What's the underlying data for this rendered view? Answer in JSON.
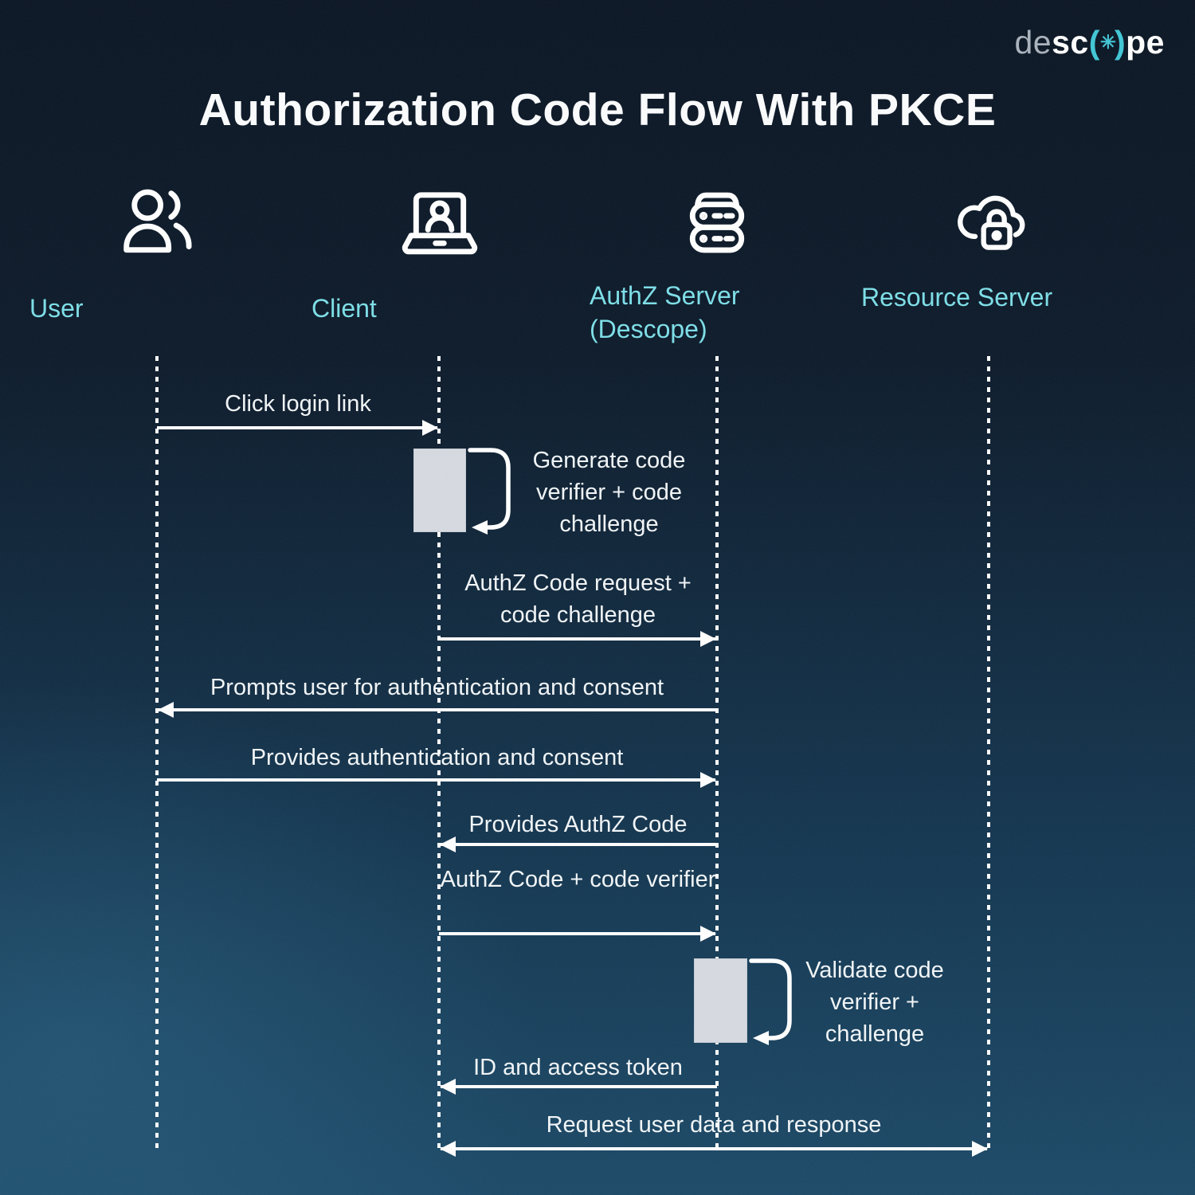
{
  "logo": {
    "de": "de",
    "sc": "sc",
    "o_open": "(",
    "o_star": "✳",
    "o_close": ")",
    "pe": "pe"
  },
  "title": "Authorization Code Flow With PKCE",
  "colors": {
    "background_top": "#0b1624",
    "background_bottom": "#1c4a68",
    "actor_label_teal": "#7ddfe8",
    "logo_teal": "#41c7d6",
    "message_text": "#f2f6f8",
    "arrow": "#ffffff",
    "activation_fill": "#d6dae1"
  },
  "actors": [
    {
      "label": "User",
      "icon": "user-icon"
    },
    {
      "label": "Client",
      "icon": "client-laptop-icon"
    },
    {
      "label": "AuthZ Server (Descope)",
      "icon": "server-stack-icon"
    },
    {
      "label": "Resource Server",
      "icon": "cloud-lock-icon"
    }
  ],
  "messages": [
    {
      "text": "Click login link",
      "from": "User",
      "to": "Client",
      "direction": "right"
    },
    {
      "text": "Generate code verifier + code challenge",
      "type": "self",
      "actor": "Client"
    },
    {
      "text": "AuthZ Code request + code challenge",
      "from": "Client",
      "to": "AuthZ Server",
      "direction": "right"
    },
    {
      "text": "Prompts user for authentication and consent",
      "from": "AuthZ Server",
      "to": "User",
      "direction": "left"
    },
    {
      "text": "Provides authentication and consent",
      "from": "User",
      "to": "AuthZ Server",
      "direction": "right"
    },
    {
      "text": "Provides AuthZ Code",
      "from": "AuthZ Server",
      "to": "Client",
      "direction": "left"
    },
    {
      "text": "AuthZ Code + code verifier",
      "from": "Client",
      "to": "AuthZ Server",
      "direction": "right"
    },
    {
      "text": "Validate code verifier + challenge",
      "type": "self",
      "actor": "AuthZ Server"
    },
    {
      "text": "ID and access token",
      "from": "AuthZ Server",
      "to": "Client",
      "direction": "left"
    },
    {
      "text": "Request user data and response",
      "from": "Client",
      "to": "Resource Server",
      "direction": "both"
    }
  ]
}
